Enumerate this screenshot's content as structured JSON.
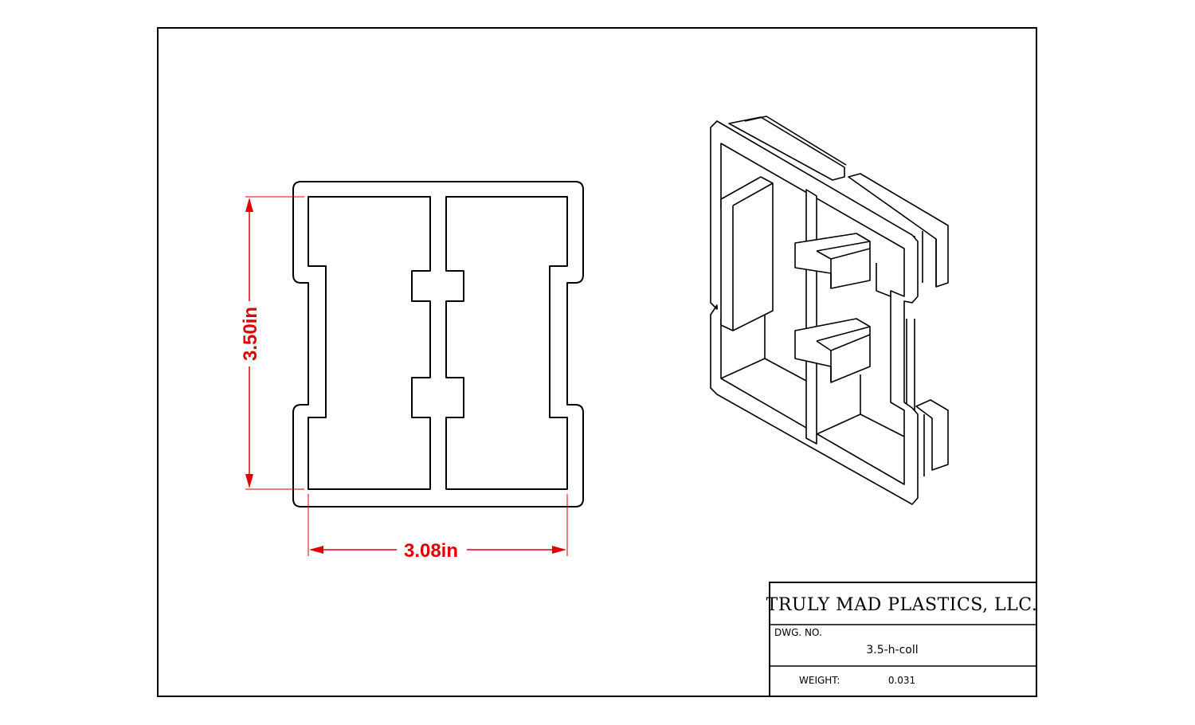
{
  "drawing": {
    "dimensions": {
      "height_label": "3.50in",
      "width_label": "3.08in"
    },
    "colors": {
      "line": "#000000",
      "dimension": "#e00000",
      "background": "#ffffff"
    }
  },
  "title_block": {
    "company": "TRULY MAD PLASTICS, LLC.",
    "dwg_no_label": "DWG.  NO.",
    "dwg_no_value": "3.5-h-coll",
    "weight_label": "WEIGHT:",
    "weight_value": "0.031"
  }
}
